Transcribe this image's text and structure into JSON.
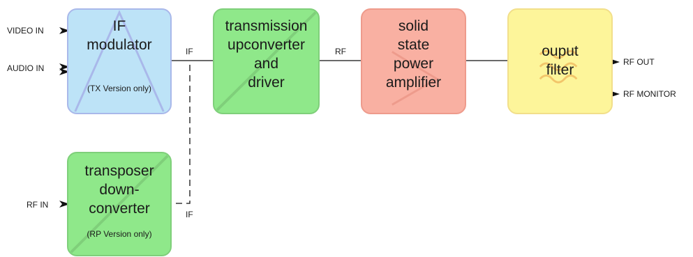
{
  "inputs": {
    "video_in": "VIDEO IN",
    "audio_in": "AUDIO IN",
    "rf_in": "RF IN"
  },
  "outputs": {
    "rf_out": "RF OUT",
    "rf_monitor": "RF MONITOR"
  },
  "links": {
    "if_top": "IF",
    "rf": "RF",
    "if_bottom": "IF"
  },
  "blocks": {
    "if_modulator": {
      "line1": "IF",
      "line2": "modulator",
      "note": "(TX Version only)",
      "color": "#bde3f7",
      "border": "#a9b8ea"
    },
    "transmission": {
      "line1": "transmission",
      "line2": "upconverter",
      "line3": "and",
      "line4": "driver",
      "color": "#8fe88a",
      "border": "#7fcf7a"
    },
    "amplifier": {
      "line1": "solid",
      "line2": "state",
      "line3": "power",
      "line4": "amplifier",
      "color": "#f9b0a2",
      "border": "#ee9b8c"
    },
    "output_filter": {
      "line1": "ouput",
      "line2": "filter",
      "color": "#fdf59a",
      "border": "#f2df8a"
    },
    "transposer": {
      "line1": "transposer",
      "line2": "down-",
      "line3": "converter",
      "note": "(RP Version only)",
      "color": "#8fe88a",
      "border": "#7fcf7a"
    }
  }
}
